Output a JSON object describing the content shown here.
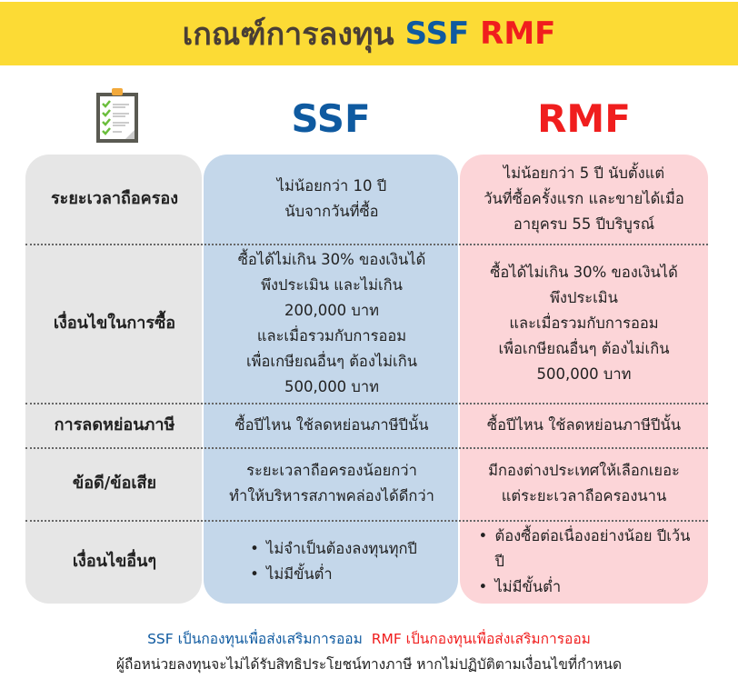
{
  "title": {
    "main": "เกณฑ์การลงทุน",
    "ssf": "SSF",
    "rmf": "RMF"
  },
  "columns": {
    "ssf": "SSF",
    "rmf": "RMF"
  },
  "colors": {
    "banner": "#FCDB35",
    "ssf": "#0F5AA0",
    "rmf": "#F01E1E",
    "ssf_bg": "#C4D7EA",
    "rmf_bg": "#FCD5D8",
    "label_bg": "#E6E6E6"
  },
  "rows": [
    {
      "label": "ระยะเวลาถือครอง",
      "ssf": [
        "ไม่น้อยกว่า 10 ปี",
        "นับจากวันที่ซื้อ"
      ],
      "rmf": [
        "ไม่น้อยกว่า 5 ปี นับตั้งแต่",
        "วันที่ซื้อครั้งแรก และขายได้เมื่อ",
        "อายุครบ 55 ปีบริบูรณ์"
      ]
    },
    {
      "label": "เงื่อนไขในการซื้อ",
      "ssf": [
        "ซื้อได้ไม่เกิน 30% ของเงินได้",
        "พึงประเมิน และไม่เกิน",
        "200,000 บาท",
        "และเมื่อรวมกับการออม",
        "เพื่อเกษียณอื่นๆ ต้องไม่เกิน",
        "500,000 บาท"
      ],
      "rmf": [
        "ซื้อได้ไม่เกิน 30% ของเงินได้",
        "พึงประเมิน",
        "และเมื่อรวมกับการออม",
        "เพื่อเกษียณอื่นๆ ต้องไม่เกิน",
        "500,000 บาท"
      ]
    },
    {
      "label": "การลดหย่อนภาษี",
      "ssf": [
        "ซื้อปีไหน ใช้ลดหย่อนภาษีปีนั้น"
      ],
      "rmf": [
        "ซื้อปีไหน ใช้ลดหย่อนภาษีปีนั้น"
      ]
    },
    {
      "label": "ข้อดี/ข้อเสีย",
      "ssf": [
        "ระยะเวลาถือครองน้อยกว่า",
        "ทำให้บริหารสภาพคล่องได้ดีกว่า"
      ],
      "rmf": [
        "มีกองต่างประเทศให้เลือกเยอะ",
        "แต่ระยะเวลาถือครองนาน"
      ]
    },
    {
      "label": "เงื่อนไขอื่นๆ",
      "ssf": [
        "ไม่จำเป็นต้องลงทุนทุกปี",
        "ไม่มีขั้นต่ำ"
      ],
      "rmf": [
        "ต้องซื้อต่อเนื่องอย่างน้อย ปีเว้นปี",
        "ไม่มีขั้นต่ำ"
      ]
    }
  ],
  "footer": {
    "ssf_note": "SSF เป็นกองทุนเพื่อส่งเสริมการออม",
    "rmf_note": "RMF เป็นกองทุนเพื่อส่งเสริมการออม",
    "warning": "ผู้ถือหน่วยลงทุนจะไม่ได้รับสิทธิประโยชน์ทางภาษี หากไม่ปฏิบัติตามเงื่อนไขที่กำหนด"
  }
}
